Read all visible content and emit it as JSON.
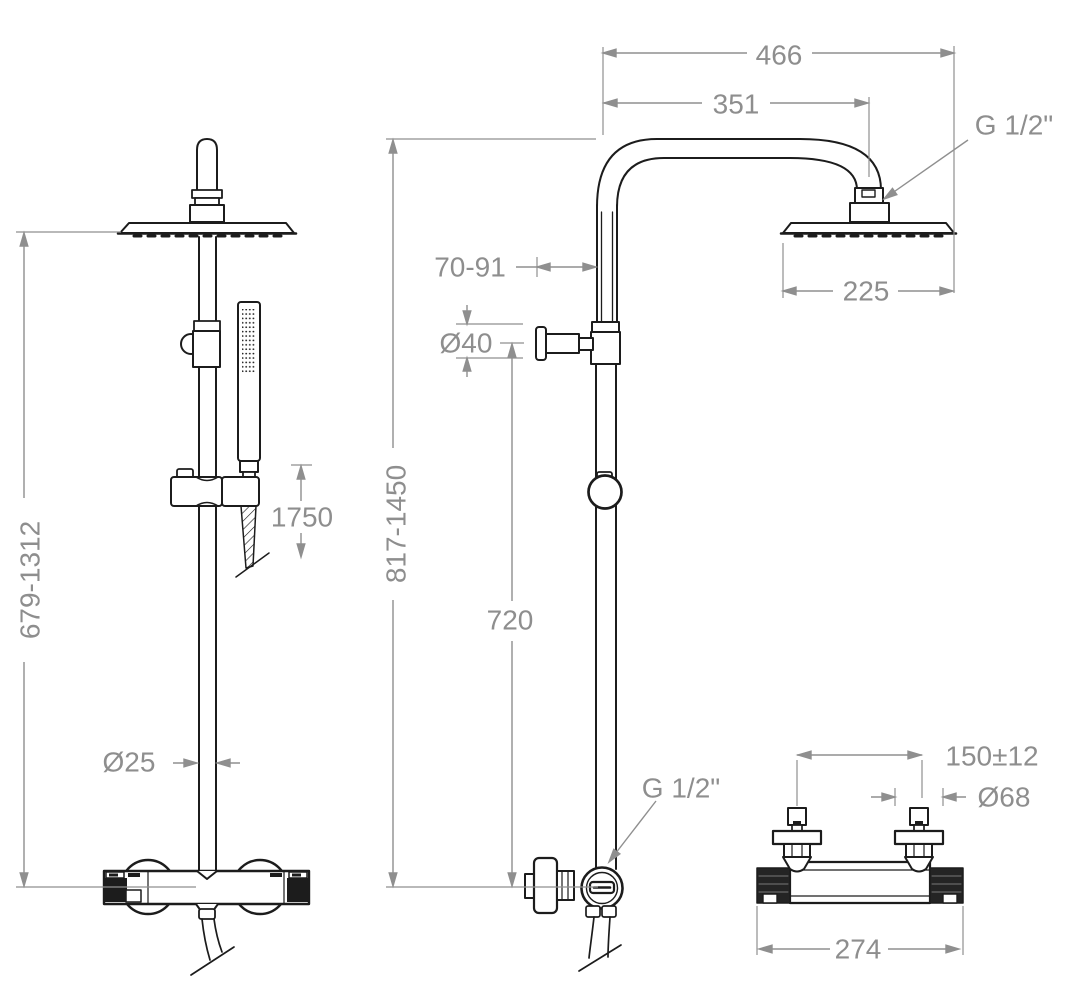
{
  "drawing": {
    "type": "shower-column-technical-drawing",
    "colors": {
      "part_line": "#1c1c1c",
      "dimension": "#8f8f8f",
      "background": "#ffffff"
    },
    "labels": {
      "top_width": "466",
      "arm_projection": "351",
      "top_connection": "G 1/2\"",
      "head_size": "225",
      "wall_offset": "70-91",
      "flange_diameter": "Ø40",
      "riser_height_range": "817-1450",
      "bracket_height": "720",
      "bottom_connection": "G 1/2\"",
      "head_height_range": "679-1312",
      "hose_length": "1750",
      "pipe_diameter": "Ø25",
      "inlet_centers": "150±12",
      "escutcheon_diameter": "Ø68",
      "valve_body_width": "274"
    }
  }
}
